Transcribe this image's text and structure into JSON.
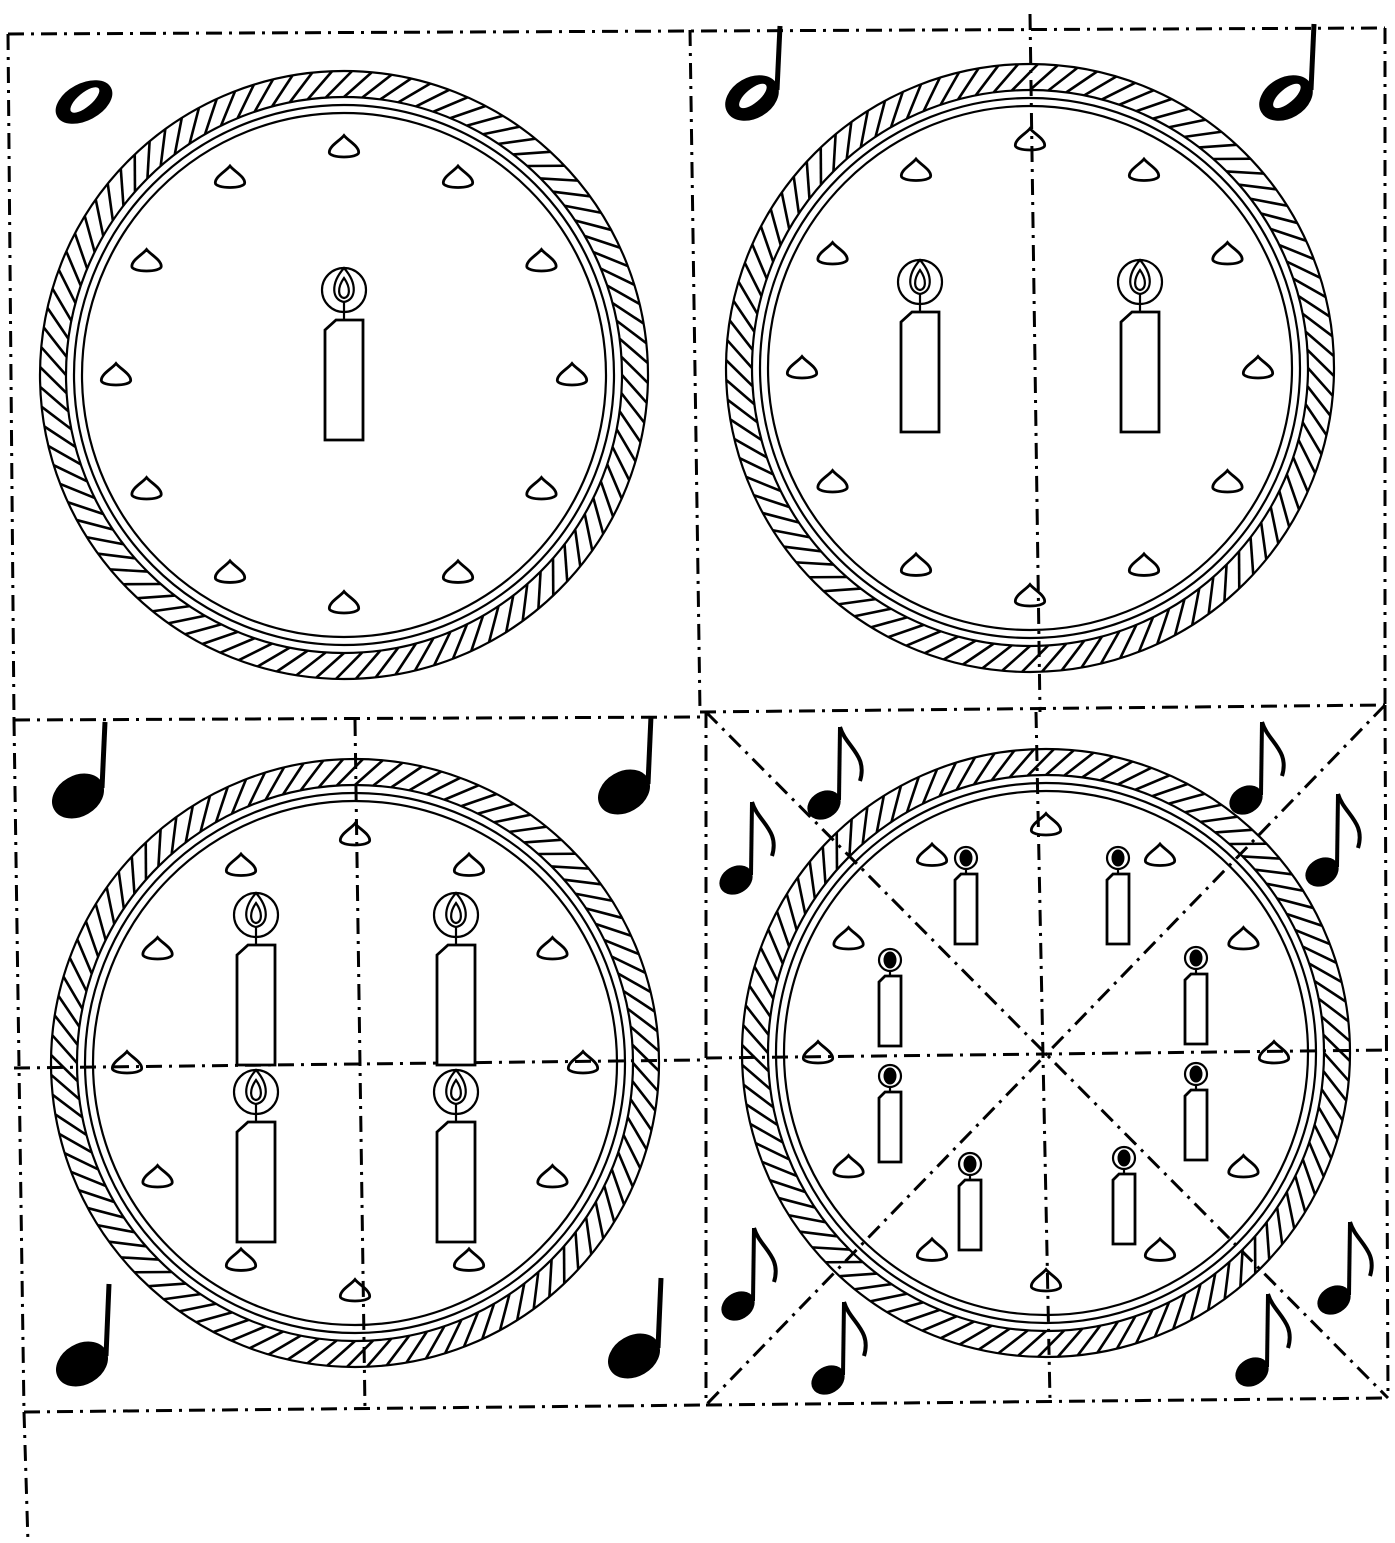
{
  "sheet": {
    "type": "printable cut-out worksheet",
    "colors": {
      "ink": "#000000",
      "paper": "#ffffff"
    },
    "panels": [
      {
        "id": "whole",
        "note_icon": "whole-note-icon",
        "note_value": 1,
        "candles": 1,
        "cut_slices": 1,
        "candle_style": "large"
      },
      {
        "id": "halves",
        "note_icon": "half-note-icon",
        "note_value": 0.5,
        "candles": 2,
        "cut_slices": 2,
        "candle_style": "large"
      },
      {
        "id": "quarters",
        "note_icon": "quarter-note-icon",
        "note_value": 0.25,
        "candles": 4,
        "cut_slices": 4,
        "candle_style": "large"
      },
      {
        "id": "eighths",
        "note_icon": "eighth-note-icon",
        "note_value": 0.125,
        "candles": 8,
        "cut_slices": 8,
        "candle_style": "small"
      }
    ],
    "cake": {
      "decoration": "rope border",
      "icing_drops_per_cake": 12
    }
  }
}
